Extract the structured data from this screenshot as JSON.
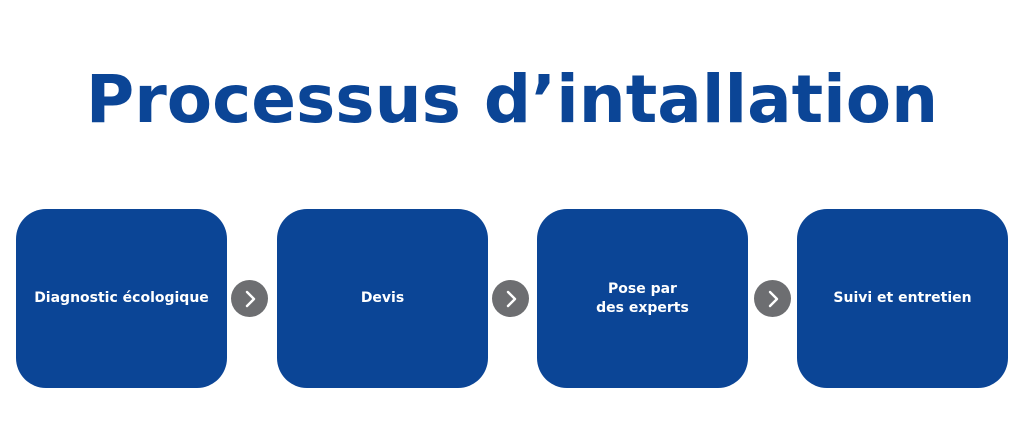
{
  "title": "Processus d’intallation",
  "steps": [
    {
      "label": "Diagnostic écologique"
    },
    {
      "label": "Devis"
    },
    {
      "label": "Pose par\ndes experts"
    },
    {
      "label": "Suivi et entretien"
    }
  ],
  "icons": {
    "connector": "chevron-right-icon"
  },
  "colors": {
    "primary": "#0b4596",
    "arrow_bg": "#6d6e71",
    "text_on_primary": "#ffffff"
  }
}
